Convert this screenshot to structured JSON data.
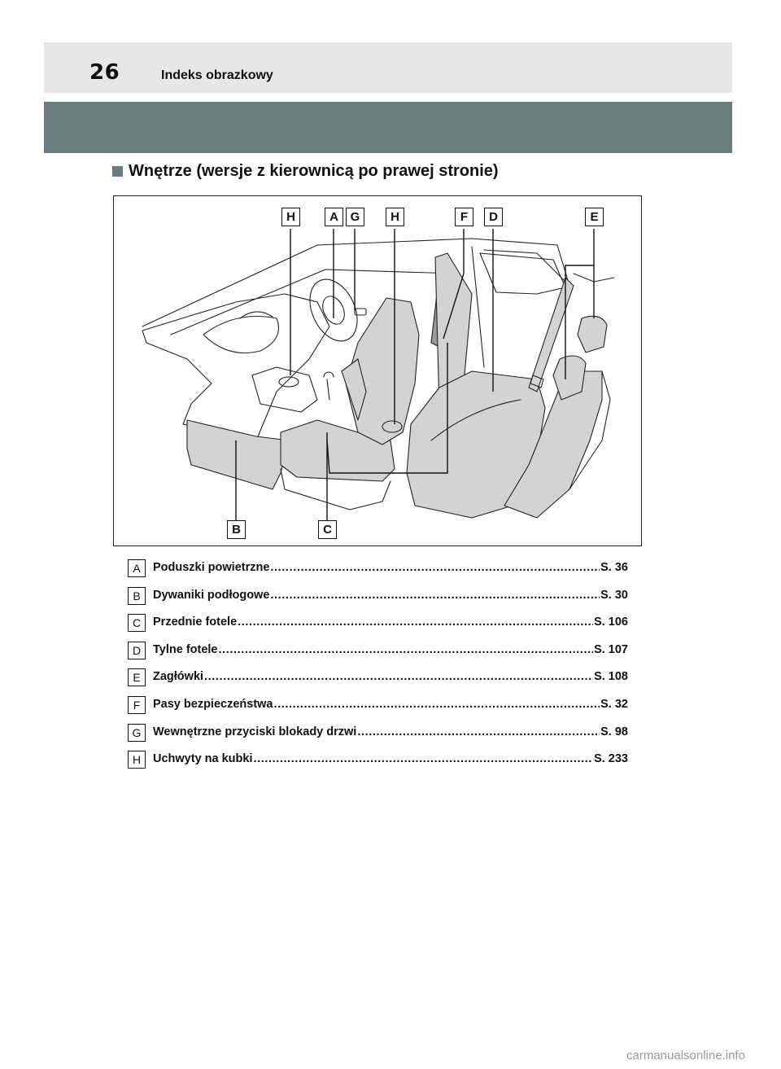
{
  "header": {
    "page_number": "26",
    "chapter_title": "Indeks obrazkowy"
  },
  "section": {
    "heading": "Wnętrze (wersje z kierownicą po prawej stronie)"
  },
  "figure": {
    "callouts_top": [
      "H",
      "A",
      "G",
      "H",
      "F",
      "D",
      "E"
    ],
    "callouts_bottom": [
      "B",
      "C"
    ]
  },
  "legend": [
    {
      "key": "A",
      "label": "Poduszki powietrzne",
      "page": "S. 36"
    },
    {
      "key": "B",
      "label": "Dywaniki podłogowe",
      "page": "S. 30"
    },
    {
      "key": "C",
      "label": "Przednie fotele",
      "page": "S. 106"
    },
    {
      "key": "D",
      "label": "Tylne fotele",
      "page": "S. 107"
    },
    {
      "key": "E",
      "label": "Zagłówki",
      "page": "S. 108"
    },
    {
      "key": "F",
      "label": "Pasy bezpieczeństwa",
      "page": "S. 32"
    },
    {
      "key": "G",
      "label": "Wewnętrzne przyciski blokady drzwi",
      "page": "S. 98"
    },
    {
      "key": "H",
      "label": "Uchwyty na kubki",
      "page": "S. 233"
    }
  ],
  "watermark": "carmanualsonline.info",
  "colors": {
    "header_band": "#e6e8e8",
    "section_band": "#6d7c7c",
    "part_fill": "#d3d3d3"
  }
}
